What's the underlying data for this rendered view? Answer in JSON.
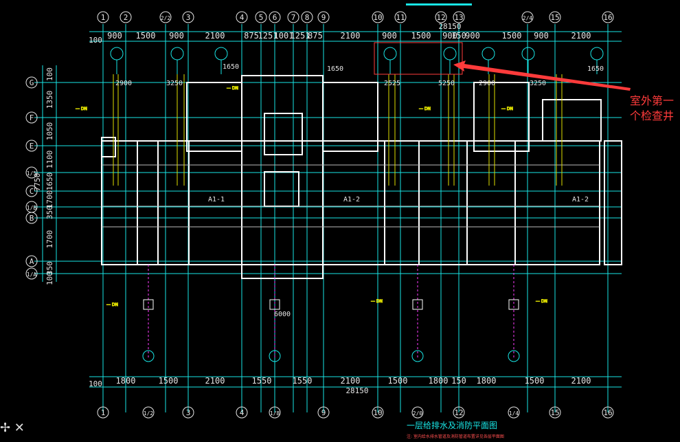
{
  "colors": {
    "background": "#000000",
    "grid": "#19e6e6",
    "wall": "#ffffff",
    "pipe": "#e0e000",
    "note": "#ff3b3b"
  },
  "axes_top": [
    "1",
    "2",
    "2/2",
    "3",
    "4",
    "5",
    "6",
    "7",
    "8",
    "9",
    "10",
    "11",
    "12",
    "13",
    "2/4",
    "15",
    "16"
  ],
  "axes_bottom": [
    "1",
    "1/2",
    "3",
    "4",
    "1/8",
    "9",
    "10",
    "2/0",
    "12",
    "1/4",
    "15",
    "16"
  ],
  "axes_left": [
    "G",
    "F",
    "E",
    "1/5",
    "C",
    "1/B",
    "B",
    "A",
    "1/A"
  ],
  "dims_top": [
    "900",
    "1500",
    "900",
    "2100",
    "875",
    "1251",
    "1001",
    "1251",
    "875",
    "2100",
    "900",
    "1500",
    "900",
    "150",
    "900",
    "1500",
    "900",
    "2100"
  ],
  "dims_top_total": "28150",
  "dims_bottom": [
    "1800",
    "1500",
    "2100",
    "1550",
    "1550",
    "2100",
    "1500",
    "1800",
    "150",
    "1800",
    "1500",
    "2100"
  ],
  "dims_bottom_total": "28150",
  "dims_left": [
    "100",
    "1350",
    "1050",
    "1100",
    "1650",
    "1700",
    "350",
    "1700",
    "350",
    "100"
  ],
  "dims_left_extra": "7750",
  "dim_start_top": "100",
  "dim_start_bottom": "100",
  "unit_labels": [
    "A1-1",
    "A1-2",
    "A1-2"
  ],
  "small_dims": [
    "2900",
    "3250",
    "1650",
    "1650",
    "2525",
    "5250",
    "2900",
    "3250",
    "1650",
    "6000"
  ],
  "annotation": "室外第一个检查井",
  "drawing_title": "一层给排水及消防平面图",
  "drawing_subtitle": "注: 室内给水排水管道及消防管道布置详见各层平面图"
}
